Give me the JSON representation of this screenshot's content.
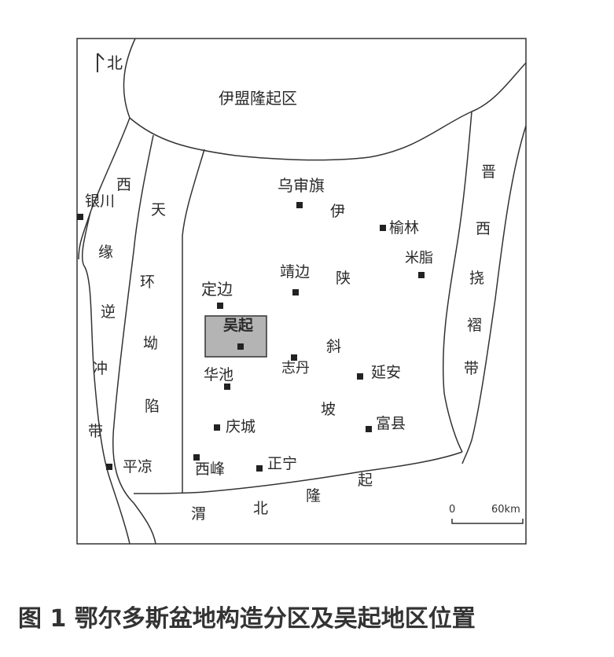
{
  "north": "北",
  "regions": {
    "yimeng": "伊盟隆起区",
    "xiyuan": "西缘逆冲带",
    "tianhuan": "天环坳陷",
    "jinxi": "晋西挠褶带",
    "weibei": "渭北隆起",
    "yishan": "伊陕斜坡"
  },
  "cities": {
    "yinchuan": "银川",
    "wushenqi": "乌审旗",
    "yulin": "榆林",
    "mizhi": "米脂",
    "jingbian": "靖边",
    "dingbian": "定边",
    "wuqi": "吴起",
    "huachi": "华池",
    "zhidan": "志丹",
    "yanan": "延安",
    "qingcheng": "庆城",
    "fuxian": "富县",
    "pingliang": "平凉",
    "xifeng": "西峰",
    "zhengning": "正宁"
  },
  "scale": {
    "zero": "0",
    "max": "60km"
  },
  "caption": "图 1   鄂尔多斯盆地构造分区及吴起地区位置",
  "colors": {
    "line": "#333333",
    "highlight": "#b4b4b4"
  }
}
